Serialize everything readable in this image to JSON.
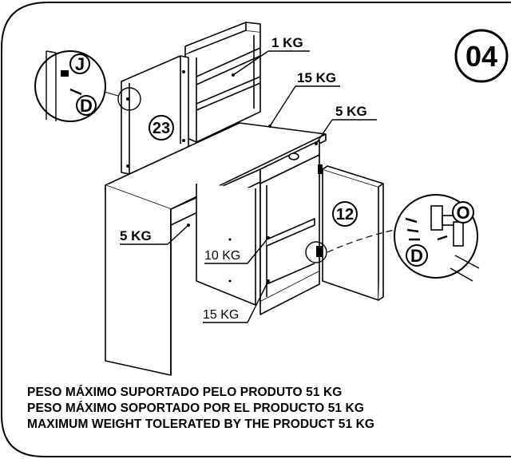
{
  "step_number": "04",
  "weight_labels": {
    "top_shelf": "1 KG",
    "desktop": "15 KG",
    "right_drawer": "5 KG",
    "left_drawer": "5 KG",
    "cabinet_shelf_upper": "10 KG",
    "cabinet_shelf_lower": "15 KG"
  },
  "part_labels": {
    "mirror_panel": "23",
    "cabinet_door": "12"
  },
  "hardware_labels": {
    "detail_left_top": "J",
    "detail_left_bottom": "D",
    "detail_right_top": "O",
    "detail_right_bottom": "D"
  },
  "footer": {
    "line_pt": "PESO MÁXIMO SUPORTADO PELO PRODUTO 51 KG",
    "line_es": "PESO MÁXIMO SOPORTADO POR EL PRODUCTO 51 KG",
    "line_en": "MAXIMUM WEIGHT TOLERATED BY THE PRODUCT 51 KG"
  }
}
